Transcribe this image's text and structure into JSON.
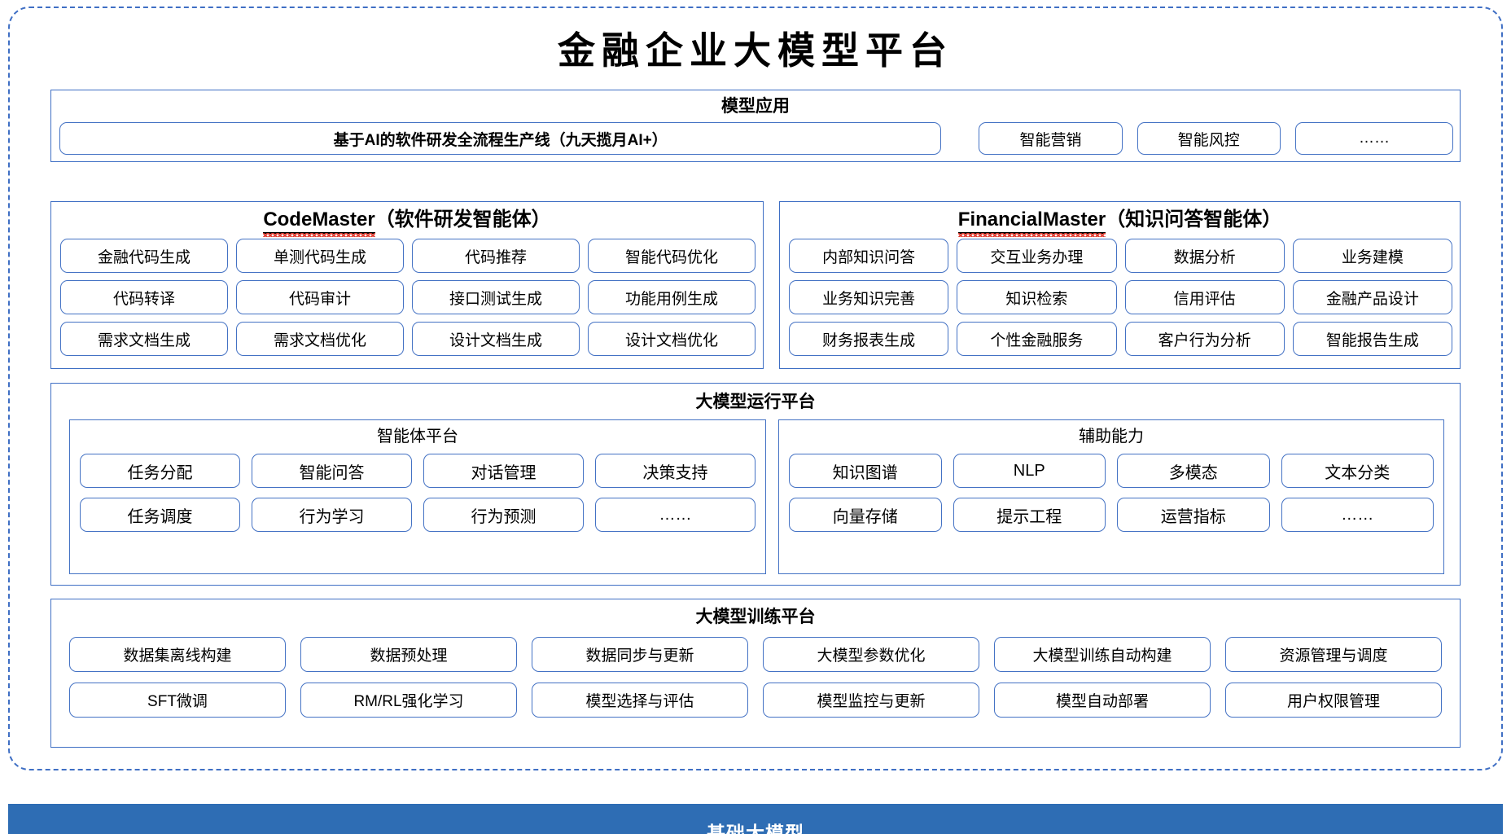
{
  "title": "金融企业大模型平台",
  "colors": {
    "frame_border": "#3f6fc4",
    "pill_border": "#4472c4",
    "foundation_bar": "#2e6db4",
    "spellcheck_underline": "#e03a2f"
  },
  "model_application": {
    "title": "模型应用",
    "pipeline": "基于AI的软件研发全流程生产线（九天揽月AI+）",
    "items": [
      "智能营销",
      "智能风控",
      "……"
    ]
  },
  "agents": [
    {
      "name": "CodeMaster",
      "suffix": "（软件研发智能体）",
      "items": [
        "金融代码生成",
        "单测代码生成",
        "代码推荐",
        "智能代码优化",
        "代码转译",
        "代码审计",
        "接口测试生成",
        "功能用例生成",
        "需求文档生成",
        "需求文档优化",
        "设计文档生成",
        "设计文档优化"
      ]
    },
    {
      "name": "FinancialMaster",
      "suffix": "（知识问答智能体）",
      "items": [
        "内部知识问答",
        "交互业务办理",
        "数据分析",
        "业务建模",
        "业务知识完善",
        "知识检索",
        "信用评估",
        "金融产品设计",
        "财务报表生成",
        "个性金融服务",
        "客户行为分析",
        "智能报告生成"
      ]
    }
  ],
  "runtime_platform": {
    "title": "大模型运行平台",
    "sub_panels": [
      {
        "title": "智能体平台",
        "items": [
          "任务分配",
          "智能问答",
          "对话管理",
          "决策支持",
          "任务调度",
          "行为学习",
          "行为预测",
          "……"
        ]
      },
      {
        "title": "辅助能力",
        "items": [
          "知识图谱",
          "NLP",
          "多模态",
          "文本分类",
          "向量存储",
          "提示工程",
          "运营指标",
          "……"
        ]
      }
    ]
  },
  "training_platform": {
    "title": "大模型训练平台",
    "items": [
      "数据集离线构建",
      "数据预处理",
      "数据同步与更新",
      "大模型参数优化",
      "大模型训练自动构建",
      "资源管理与调度",
      "SFT微调",
      "RM/RL强化学习",
      "模型选择与评估",
      "模型监控与更新",
      "模型自动部署",
      "用户权限管理"
    ]
  },
  "foundation": {
    "label": "基础大模型"
  }
}
